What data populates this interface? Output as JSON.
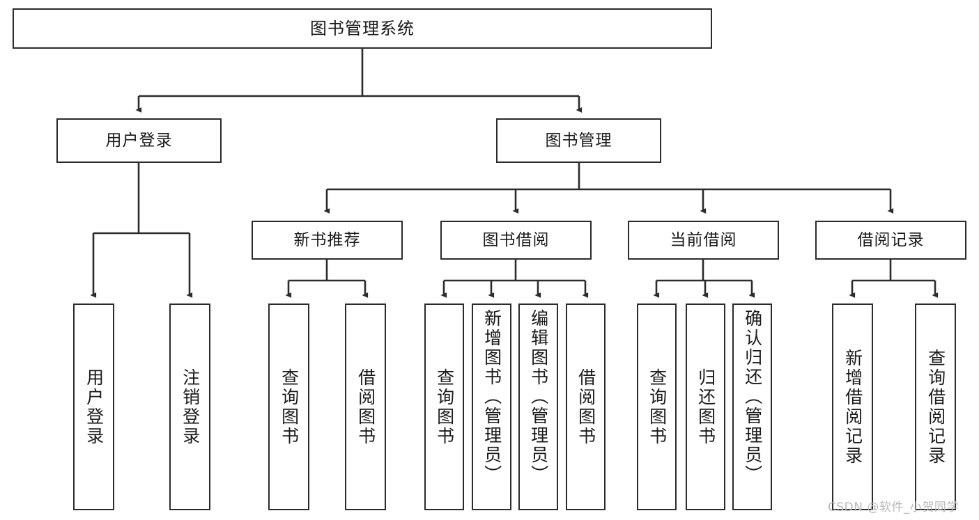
{
  "diagram": {
    "type": "hierarchy-tree",
    "title": "图书管理系统",
    "root": {
      "id": "root",
      "label": "图书管理系统"
    },
    "level2": [
      {
        "id": "user-login",
        "label": "用户登录"
      },
      {
        "id": "book-management",
        "label": "图书管理"
      }
    ],
    "level3": [
      {
        "id": "new-book-recommend",
        "label": "新书推荐",
        "parent": "book-management"
      },
      {
        "id": "book-borrow",
        "label": "图书借阅",
        "parent": "book-management"
      },
      {
        "id": "current-borrow",
        "label": "当前借阅",
        "parent": "book-management"
      },
      {
        "id": "borrow-record",
        "label": "借阅记录",
        "parent": "book-management"
      }
    ],
    "leaves": [
      {
        "id": "leaf-user-login",
        "label": "用户登录",
        "parent": "user-login"
      },
      {
        "id": "leaf-logout-login",
        "label": "注销登录",
        "parent": "user-login"
      },
      {
        "id": "leaf-query-book-1",
        "label": "查询图书",
        "parent": "new-book-recommend"
      },
      {
        "id": "leaf-borrow-book-1",
        "label": "借阅图书",
        "parent": "new-book-recommend"
      },
      {
        "id": "leaf-query-book-2",
        "label": "查询图书",
        "parent": "book-borrow"
      },
      {
        "id": "leaf-add-book",
        "label": "新增图书（管理员）",
        "parent": "book-borrow"
      },
      {
        "id": "leaf-edit-book",
        "label": "编辑图书（管理员）",
        "parent": "book-borrow"
      },
      {
        "id": "leaf-borrow-book-2",
        "label": "借阅图书",
        "parent": "book-borrow"
      },
      {
        "id": "leaf-query-book-3",
        "label": "查询图书",
        "parent": "current-borrow"
      },
      {
        "id": "leaf-return-book",
        "label": "归还图书",
        "parent": "current-borrow"
      },
      {
        "id": "leaf-confirm-return",
        "label": "确认归还（管理员）",
        "parent": "current-borrow"
      },
      {
        "id": "leaf-add-borrow-record",
        "label": "新增借阅记录",
        "parent": "borrow-record"
      },
      {
        "id": "leaf-query-borrow-record",
        "label": "查询借阅记录",
        "parent": "borrow-record"
      }
    ],
    "colors": {
      "stroke": "#2b2b2b",
      "fill": "#ffffff",
      "text": "#1a1a1a",
      "watermark": "#b9b9b9"
    }
  },
  "watermark": {
    "text": "CSDN @软件_小贺同学"
  }
}
